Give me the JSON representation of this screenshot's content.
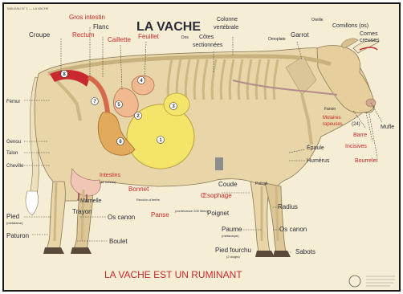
{
  "title": "LA VACHE",
  "footer": "LA VACHE EST UN RUMINANT",
  "plate_header": "TABLEAU N° 1 — LA VACHE",
  "colors": {
    "paper": "#f6eed4",
    "cow_body": "#e8d5a8",
    "skeleton": "#d9c79a",
    "stomach_yellow": "#f4e46a",
    "stomach_lining": "#f1b98f",
    "intestine": "#e3a95c",
    "red_text": "#c8282e",
    "dark_text": "#2b2a3a",
    "border": "#1a1a1a"
  },
  "labels": {
    "croupe": "Croupe",
    "gros_intestin": "Gros intestin",
    "rectum": "Rectum",
    "flanc": "Flanc",
    "caillette": "Caillette",
    "feuillet": "Feuillet",
    "dos": "Dos",
    "cotes": "Côtes",
    "cotes2": "sectionnées",
    "colonne": "Colonne",
    "colonne2": "vertébrale",
    "omoplate": "Omoplate",
    "garrot": "Garrot",
    "oreille": "Oreille",
    "cornillons": "Cornillons (os)",
    "cornes": "Cornes",
    "cornes2": "creuses",
    "femur": "Fémur",
    "genou": "Genou",
    "talon": "Talon",
    "cheville": "Cheville",
    "pied": "Pied",
    "pied_sub": "(métatarse)",
    "paturon": "Paturon",
    "os_canon": "Os canon",
    "boulet": "Boulet",
    "mamelle": "Mamelle",
    "trayon": "Trayon",
    "intestins": "Intestins",
    "intestins_sub": "(40 mètres)",
    "bonnet": "Bonnet",
    "reculon": "Reculon d'herbe",
    "panse": "Panse",
    "panse_sub": "(contenance 200 litres)",
    "coude": "Coude",
    "oesophage": "Œsophage",
    "poitrail": "Poitrail",
    "radius": "Radius",
    "poignet": "Poignet",
    "paume": "Paume",
    "paume_sub": "(métacarpe)",
    "os_canon2": "Os canon",
    "pied_fourchu": "Pied fourchu",
    "pied_fourchu_sub": "(2 doigts)",
    "sabots": "Sabots",
    "epaule": "Épaule",
    "humerus": "Humérus",
    "fanon": "Fanon",
    "molaires": "Molaires",
    "molaires2": "rapeuses",
    "molaires_count": "(24)",
    "barre": "Barre",
    "incisives": "Incisives",
    "bourrelet": "Bourrelet",
    "mufle": "Mufle"
  },
  "stomach_numbers": [
    "1",
    "2",
    "3",
    "4",
    "5",
    "6",
    "7",
    "8"
  ]
}
